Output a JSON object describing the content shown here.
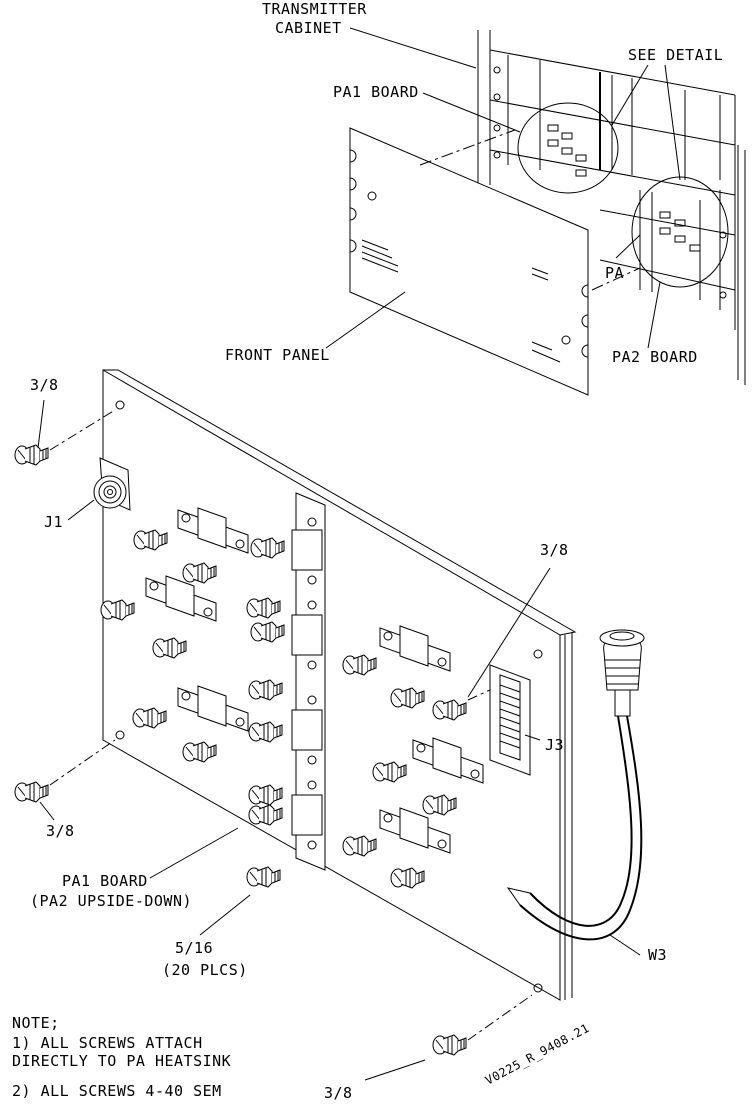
{
  "labels": {
    "transmitter_cabinet_1": "TRANSMITTER",
    "transmitter_cabinet_2": "CABINET",
    "see_detail": "SEE DETAIL",
    "pa1_board_top": "PA1 BOARD",
    "pa": "PA",
    "front_panel": "FRONT PANEL",
    "pa2_board": "PA2 BOARD",
    "screw_top_left": "3/8",
    "j1": "J1",
    "screw_right": "3/8",
    "j3": "J3",
    "screw_bottom_left": "3/8",
    "pa1_board_1": "PA1 BOARD",
    "pa1_board_2": "(PA2 UPSIDE-DOWN)",
    "screw_516_1": "5/16",
    "screw_516_2": "(20 PLCS)",
    "w3": "W3",
    "screw_bottom": "3/8",
    "drawing_id": "V0225_R_9408.21"
  },
  "notes": {
    "title": "NOTE;",
    "line1a": "1)  ALL SCREWS ATTACH",
    "line1b": "DIRECTLY TO PA HEATSINK",
    "line2": "2) ALL SCREWS 4-40 SEM"
  },
  "icons": [
    "screw-icon",
    "rf-connector-icon",
    "terminal-block-icon",
    "transistor-icon",
    "cable-connector-icon"
  ]
}
